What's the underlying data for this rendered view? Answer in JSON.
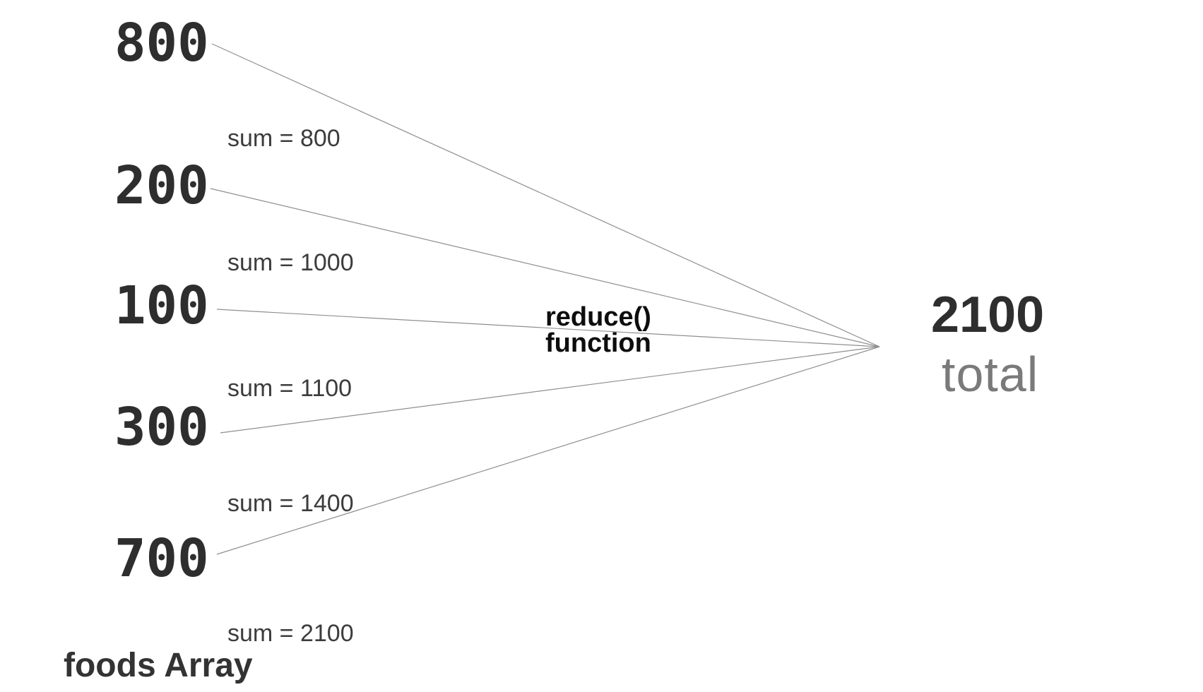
{
  "diagram": {
    "array_title": "foods Array",
    "function_label": {
      "line1": "reduce()",
      "line2": "function"
    },
    "items": [
      {
        "value": "800",
        "sum_label": "sum = 800"
      },
      {
        "value": "200",
        "sum_label": "sum = 1000"
      },
      {
        "value": "100",
        "sum_label": "sum = 1100"
      },
      {
        "value": "300",
        "sum_label": "sum = 1400"
      },
      {
        "value": "700",
        "sum_label": "sum = 2100"
      }
    ],
    "result": {
      "value": "2100",
      "label": "total"
    },
    "colors": {
      "background": "#ffffff",
      "value_text": "#2e2e2e",
      "sum_text": "#3c3c3c",
      "function_text": "#0d0d0d",
      "result_value_text": "#2e2e2e",
      "result_label_text": "#7a7a7a",
      "connector_line": "#8f8f8f"
    }
  }
}
